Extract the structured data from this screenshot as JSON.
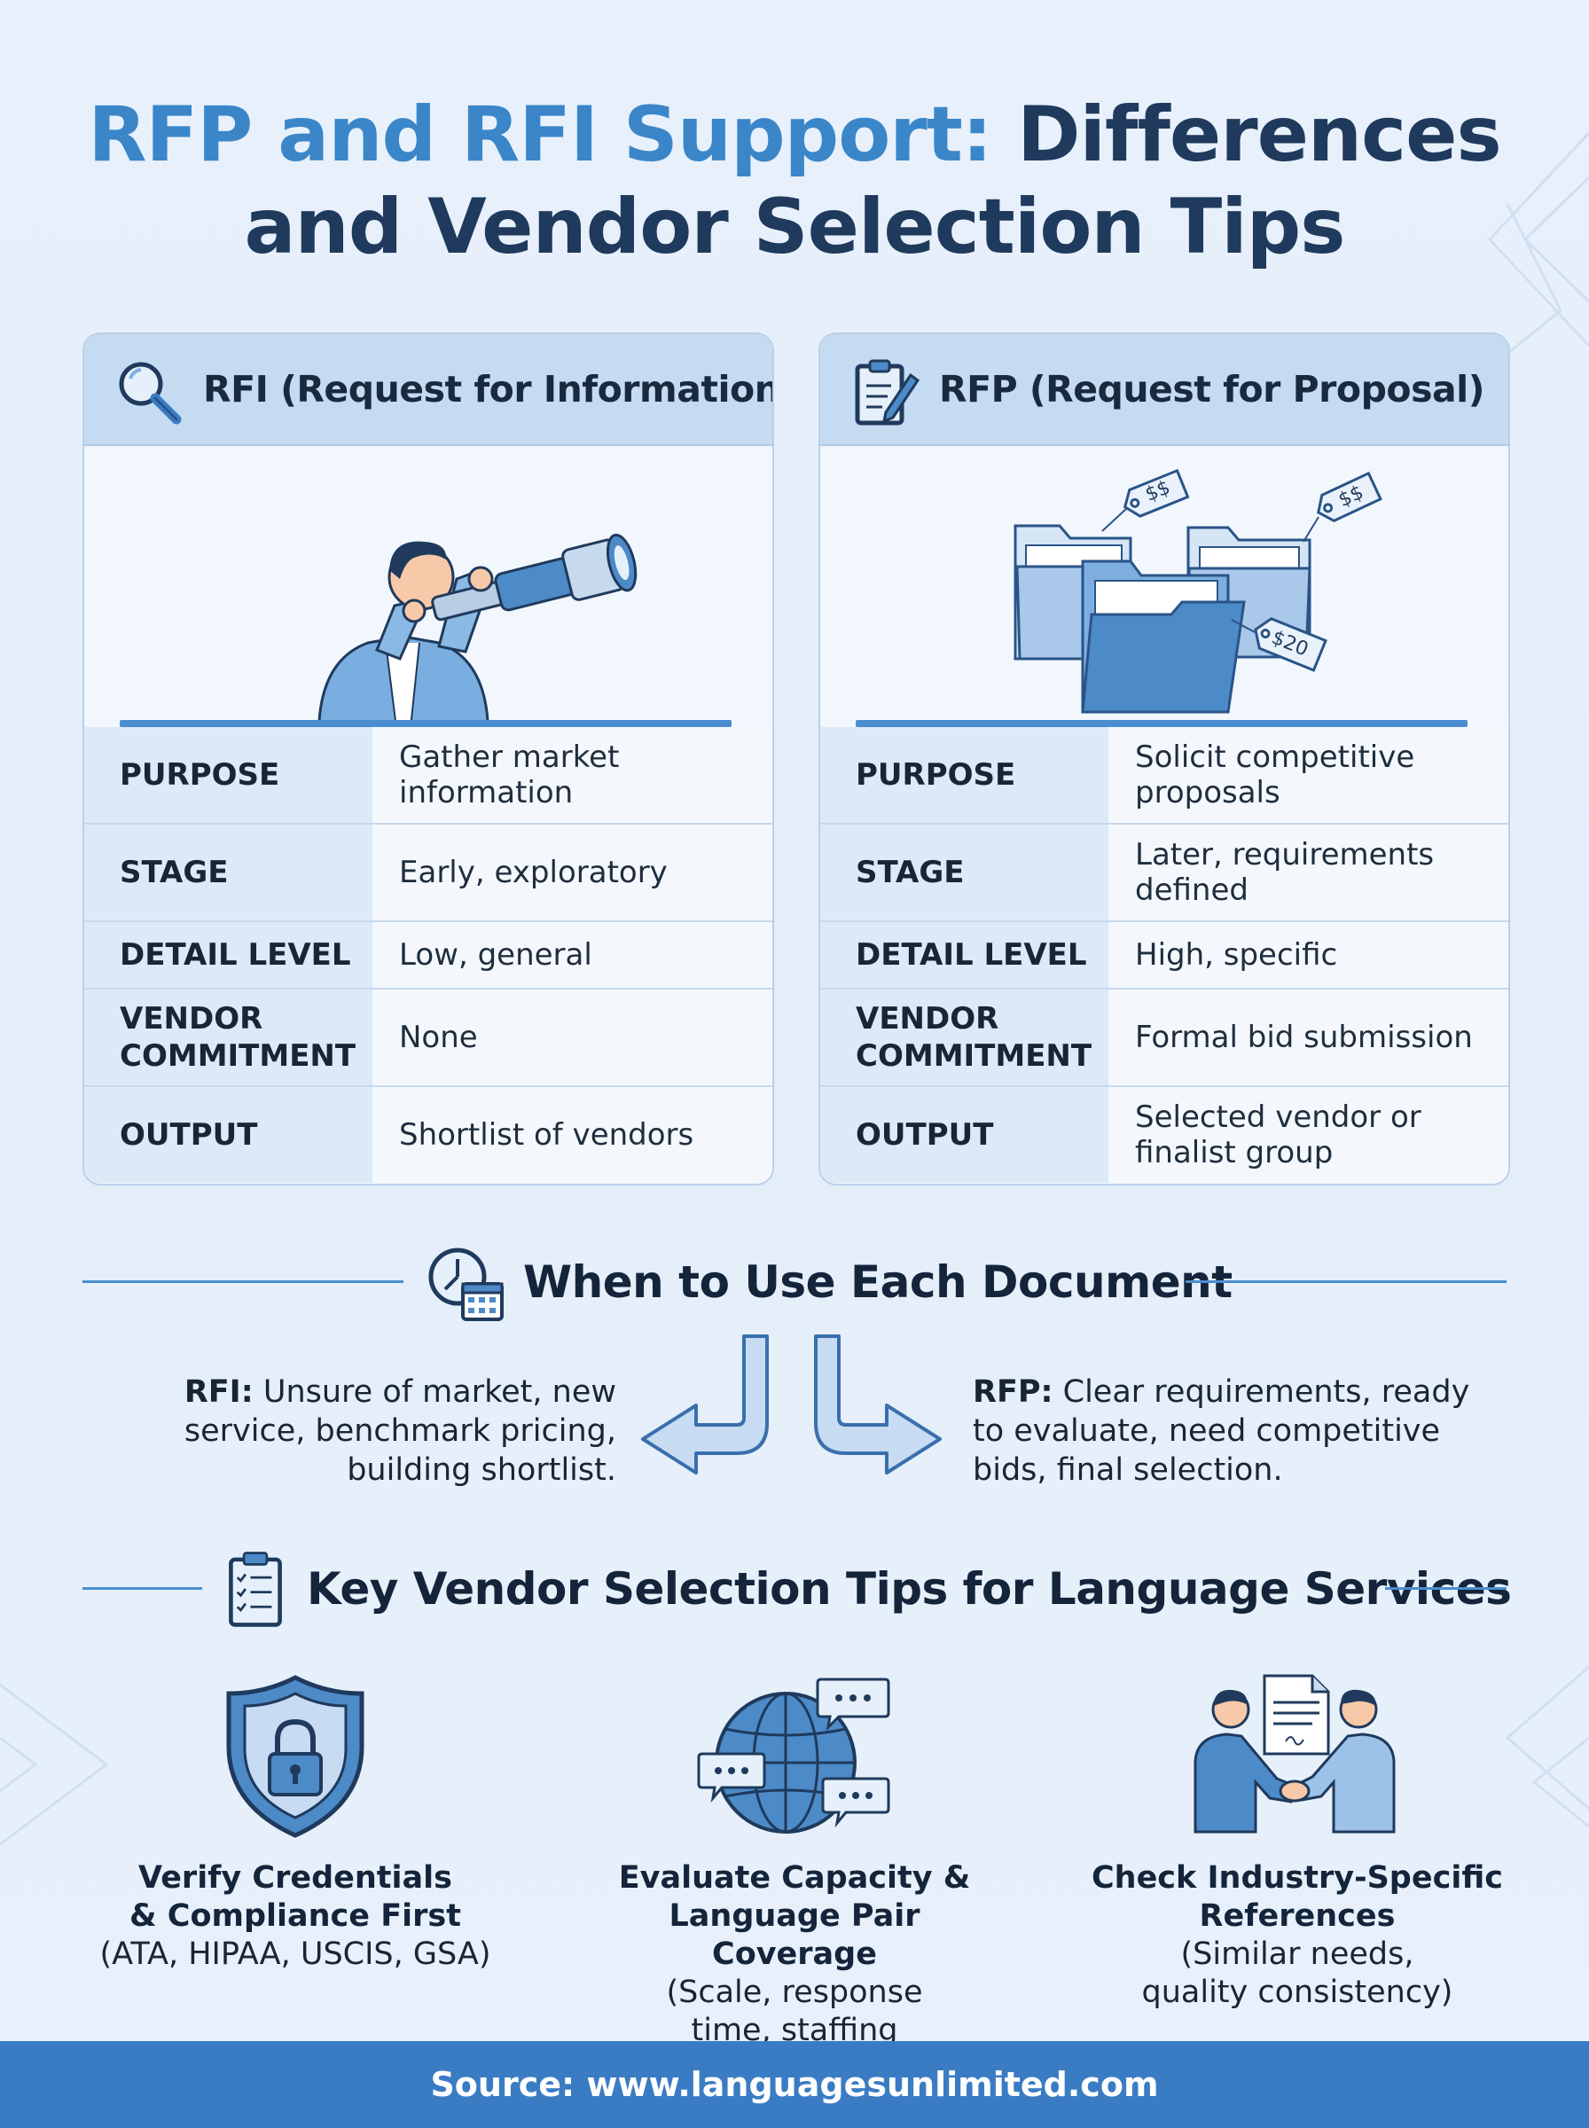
{
  "title": {
    "accent": "RFP and RFI Support:",
    "line1_rest": "Differences",
    "line2": "and Vendor Selection Tips"
  },
  "cards": {
    "rfi": {
      "header": "RFI (Request for Information)",
      "rows": [
        {
          "label": "PURPOSE",
          "value": "Gather market information"
        },
        {
          "label": "STAGE",
          "value": "Early, exploratory"
        },
        {
          "label": "DETAIL LEVEL",
          "value": "Low, general"
        },
        {
          "label": "VENDOR COMMITMENT",
          "value": "None"
        },
        {
          "label": "OUTPUT",
          "value": "Shortlist of vendors"
        }
      ]
    },
    "rfp": {
      "header": "RFP (Request for Proposal)",
      "tags": [
        "$$",
        "$$",
        "$20"
      ],
      "rows": [
        {
          "label": "PURPOSE",
          "value": "Solicit competitive proposals"
        },
        {
          "label": "STAGE",
          "value": "Later, requirements defined"
        },
        {
          "label": "DETAIL LEVEL",
          "value": "High, specific"
        },
        {
          "label": "VENDOR COMMITMENT",
          "value": "Formal bid submission"
        },
        {
          "label": "OUTPUT",
          "value": "Selected vendor or finalist group"
        }
      ]
    }
  },
  "when": {
    "heading": "When to Use Each Document",
    "rfi_label": "RFI:",
    "rfi_text": " Unsure of market, new service, benchmark pricing, building shortlist.",
    "rfp_label": "RFP:",
    "rfp_text": " Clear requirements, ready to evaluate, need competitive bids, final selection."
  },
  "tips": {
    "heading": "Key Vendor Selection Tips for Language Services",
    "items": [
      {
        "title": "Verify Credentials & Compliance First",
        "detail": "(ATA, HIPAA, USCIS, GSA)"
      },
      {
        "title": "Evaluate Capacity & Language Pair Coverage",
        "detail": "(Scale, response time, staffing depth)"
      },
      {
        "title": "Check Industry-Specific References",
        "detail": "(Similar needs, quality consistency)"
      }
    ]
  },
  "footer": "Source: www.languagesunlimited.com",
  "colors": {
    "accent": "#3a86c9",
    "dark": "#1f3a5c",
    "footer": "#3a7cc4",
    "rule": "#4a8ed0"
  }
}
